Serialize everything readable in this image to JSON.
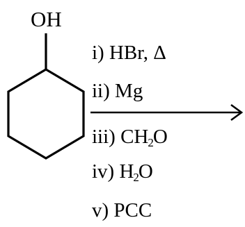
{
  "molecule": {
    "substituent_label": "OH"
  },
  "reagents": {
    "step1": {
      "numeral": "i)",
      "text": "HBr, Δ"
    },
    "step2": {
      "numeral": "ii)",
      "text": "Mg"
    },
    "step3": {
      "numeral": "iii)",
      "text_before": "CH",
      "subscript": "2",
      "text_after": "O"
    },
    "step4": {
      "numeral": "iv)",
      "text_before": "H",
      "subscript": "2",
      "text_after": "O"
    },
    "step5": {
      "numeral": "v)",
      "text": "PCC"
    }
  },
  "colors": {
    "ink": "#000000",
    "background": "#ffffff"
  }
}
